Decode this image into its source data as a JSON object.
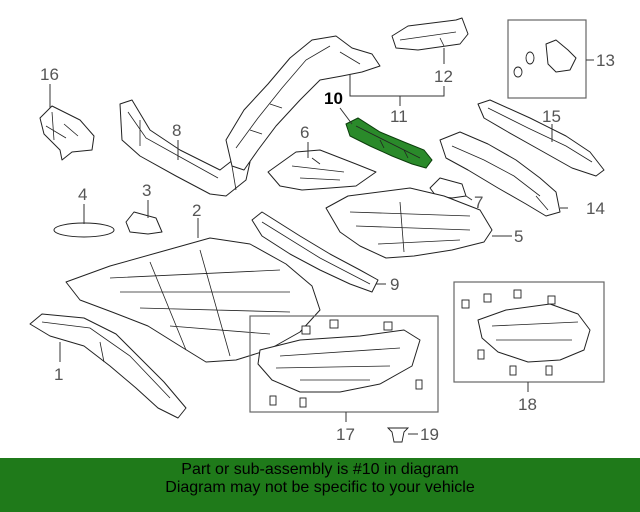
{
  "diagram": {
    "callouts": {
      "c1": "1",
      "c2": "2",
      "c3": "3",
      "c4": "4",
      "c5": "5",
      "c6": "6",
      "c7": "7",
      "c8": "8",
      "c9": "9",
      "c10": "10",
      "c11": "11",
      "c12": "12",
      "c13": "13",
      "c14": "14",
      "c15": "15",
      "c16": "16",
      "c17": "17",
      "c18": "18",
      "c19": "19"
    },
    "highlighted_part": "10",
    "highlight_color": "#2a8a2a"
  },
  "banner": {
    "line1": "Part or sub-assembly is #10 in diagram",
    "line2": "Diagram may not be specific to your vehicle",
    "background": "#1f7a1a"
  }
}
